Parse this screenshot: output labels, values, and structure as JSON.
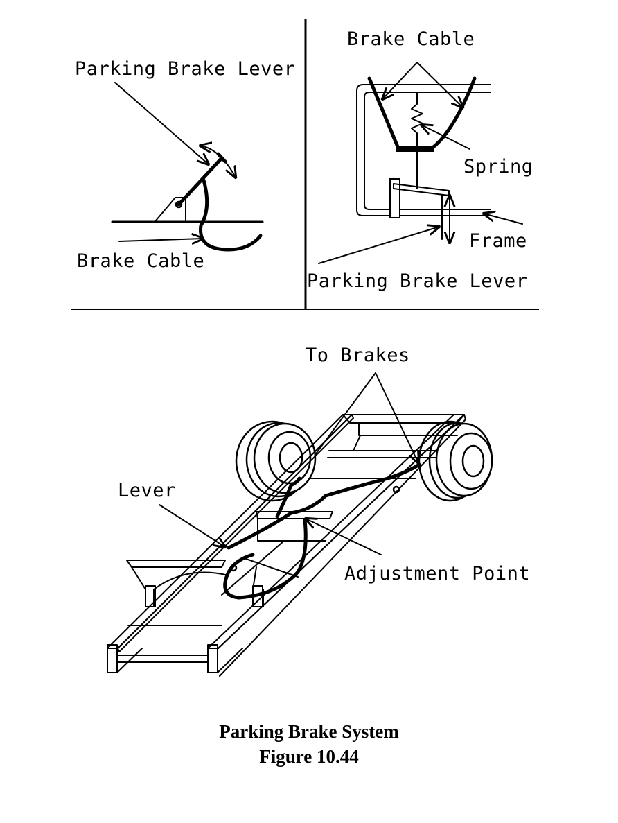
{
  "figure": {
    "caption_title": "Parking Brake System",
    "caption_number": "Figure 10.44",
    "ink_color": "#000000",
    "background_color": "#ffffff"
  },
  "panel_top_left": {
    "labels": {
      "lever": "Parking Brake Lever",
      "cable": "Brake Cable"
    }
  },
  "panel_top_right": {
    "labels": {
      "cable": "Brake Cable",
      "spring": "Spring",
      "frame": "Frame",
      "lever": "Parking Brake Lever"
    }
  },
  "panel_bottom": {
    "labels": {
      "to_brakes": "To Brakes",
      "lever": "Lever",
      "adjustment": "Adjustment Point"
    }
  }
}
